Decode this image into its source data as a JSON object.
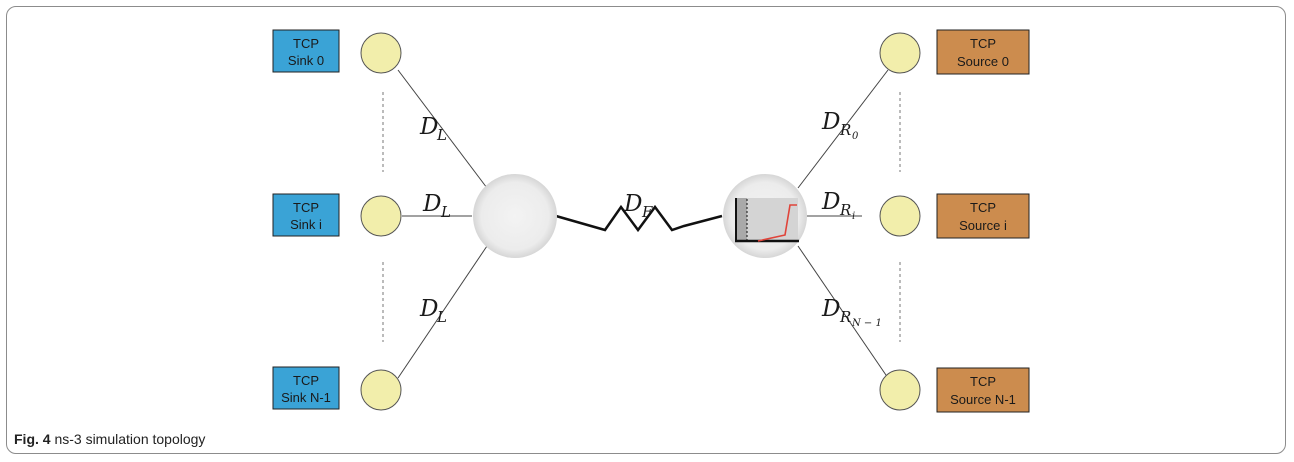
{
  "colors": {
    "sink_fill": "#3aa3d6",
    "source_fill": "#cc8c4e",
    "host_node_fill": "#f2eeab",
    "router_fill": "#efefef",
    "queue_curve": "#e0443a"
  },
  "sinks": [
    {
      "line1": "TCP",
      "line2": "Sink 0"
    },
    {
      "line1": "TCP",
      "line2": "Sink i"
    },
    {
      "line1": "TCP",
      "line2": "Sink N-1"
    }
  ],
  "sources": [
    {
      "line1": "TCP",
      "line2": "Source 0"
    },
    {
      "line1": "TCP",
      "line2": "Source i"
    },
    {
      "line1": "TCP",
      "line2": "Source N-1"
    }
  ],
  "link_labels": {
    "left": {
      "main": "D",
      "sub": "L"
    },
    "bottleneck": {
      "main": "D",
      "sub": "F"
    },
    "right": [
      {
        "main": "D",
        "sub": "R",
        "subsub": "0"
      },
      {
        "main": "D",
        "sub": "R",
        "subsub": "i"
      },
      {
        "main": "D",
        "sub": "R",
        "subsub": "N − 1"
      }
    ]
  },
  "caption": {
    "label": "Fig. 4",
    "text": " ns-3 simulation topology"
  }
}
